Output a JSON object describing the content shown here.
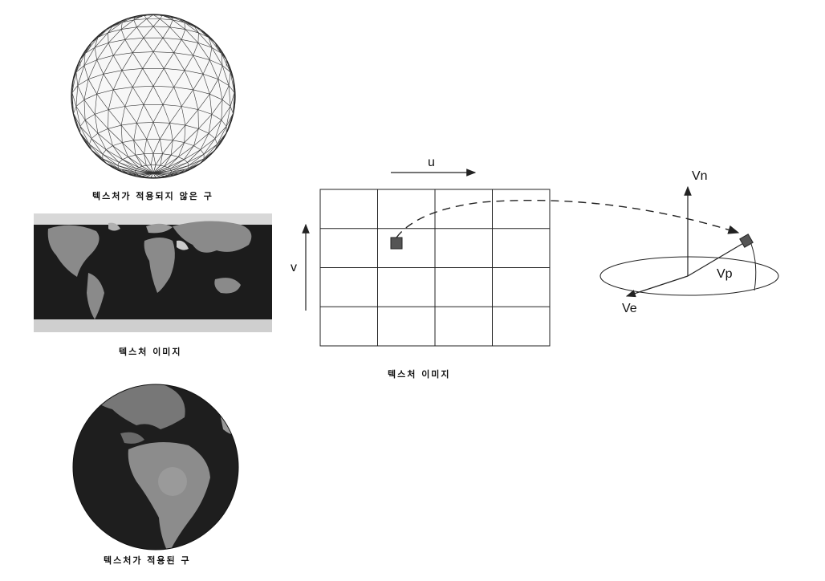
{
  "captions": {
    "untextured_sphere": "텍스처가 적용되지 않은 구",
    "texture_image_left": "텍스처 이미지",
    "textured_sphere": "텍스처가 적용된 구",
    "texture_image_grid": "텍스처 이미지"
  },
  "grid_labels": {
    "u": "u",
    "v": "v"
  },
  "vector_labels": {
    "vn": "Vn",
    "vp": "Vp",
    "ve": "Ve"
  },
  "grid": {
    "columns": 4,
    "rows": 4
  },
  "colors": {
    "line": "#222222",
    "marker": "#555555",
    "sphere_fill": "#f5f5f5",
    "map_dark": "#222222",
    "map_land": "#8a8a8a"
  }
}
